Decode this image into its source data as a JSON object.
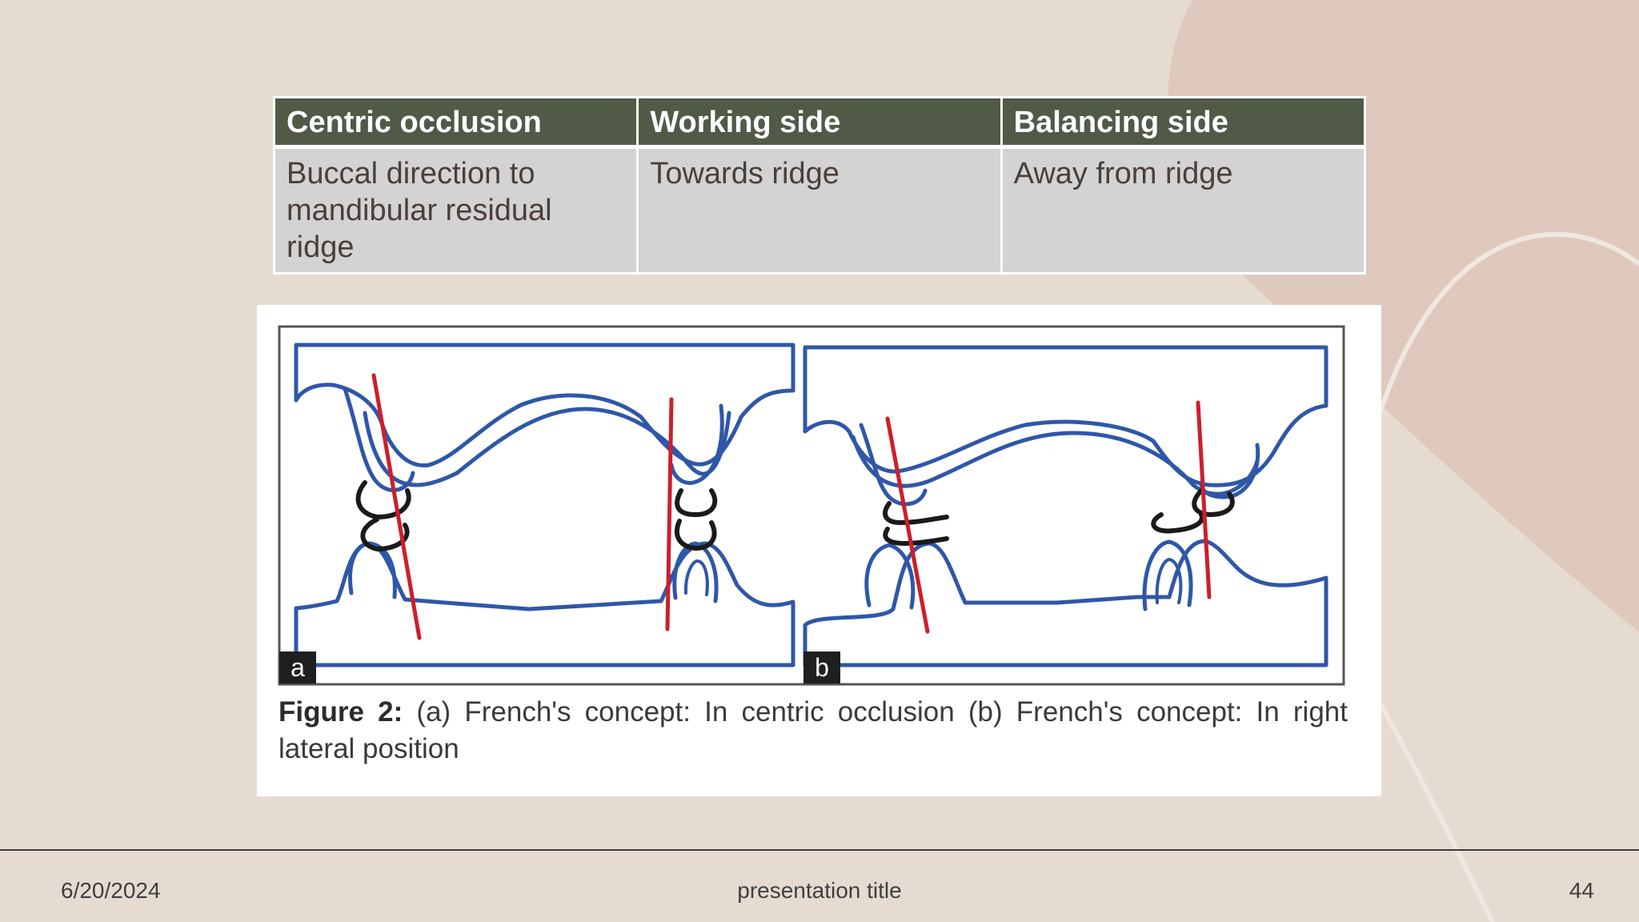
{
  "table": {
    "headers": [
      "Centric occlusion",
      "Working side",
      "Balancing side"
    ],
    "rows": [
      [
        "Buccal direction to mandibular residual ridge",
        "Towards ridge",
        "Away from ridge"
      ]
    ]
  },
  "figure": {
    "panel_labels": [
      "a",
      "b"
    ],
    "caption_label": "Figure 2:",
    "caption_text": "(a) French's concept: In centric occlusion (b) French's concept: In right lateral position"
  },
  "footer": {
    "date": "6/20/2024",
    "title": "presentation title",
    "page_number": "44"
  },
  "colors": {
    "background": "#e6dbd1",
    "decor_shape": "#dfc8bd",
    "table_header": "#505a47",
    "table_body": "#d3d3d3",
    "figure_outline": "#2f57a8",
    "figure_axis": "#cc1f2b"
  }
}
